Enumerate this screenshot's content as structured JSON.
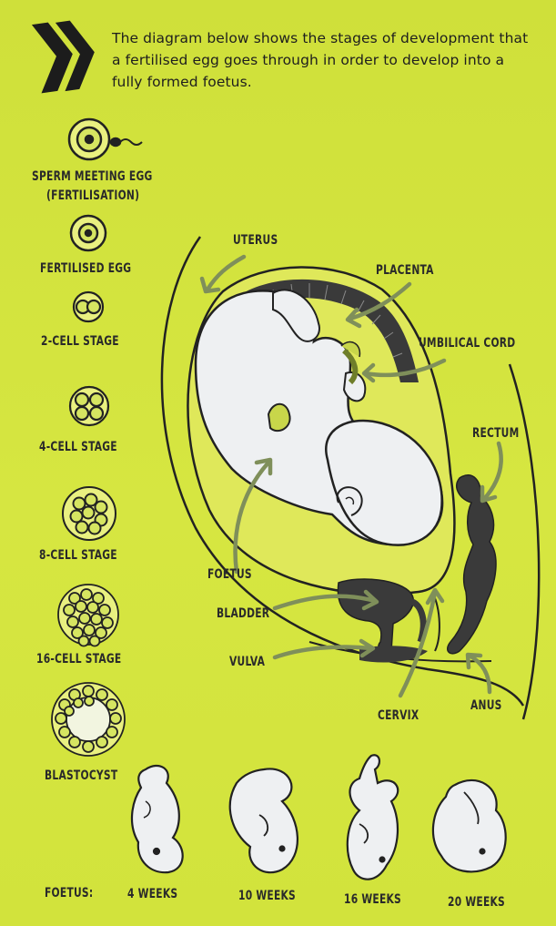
{
  "intro": "The diagram below shows the stages of development that a fertilised egg goes through in order to develop into a fully formed foetus.",
  "colors": {
    "background": "#d3e23c",
    "outline": "#222222",
    "foetus_fill": "#eef0f2",
    "cell_fill": "#d9e86b",
    "tissue_dark": "#3a3a3a",
    "arrow": "#7f8f5a"
  },
  "stages": {
    "sperm_meeting_egg_line1": "SPERM MEETING EGG",
    "sperm_meeting_egg_line2": "(FERTILISATION)",
    "fertilised_egg": "FERTILISED EGG",
    "two_cell": "2-CELL STAGE",
    "four_cell": "4-CELL STAGE",
    "eight_cell": "8-CELL STAGE",
    "sixteen_cell": "16-CELL STAGE",
    "blastocyst": "BLASTOCYST"
  },
  "anatomy": {
    "uterus": "UTERUS",
    "placenta": "PLACENTA",
    "umbilical_cord": "UMBILICAL CORD",
    "rectum": "RECTUM",
    "foetus": "FOETUS",
    "bladder": "BLADDER",
    "vulva": "VULVA",
    "cervix": "CERVIX",
    "anus": "ANUS"
  },
  "foetus_row": {
    "label": "FOETUS:",
    "weeks": [
      "4 WEEKS",
      "10 WEEKS",
      "16 WEEKS",
      "20 WEEKS"
    ]
  }
}
